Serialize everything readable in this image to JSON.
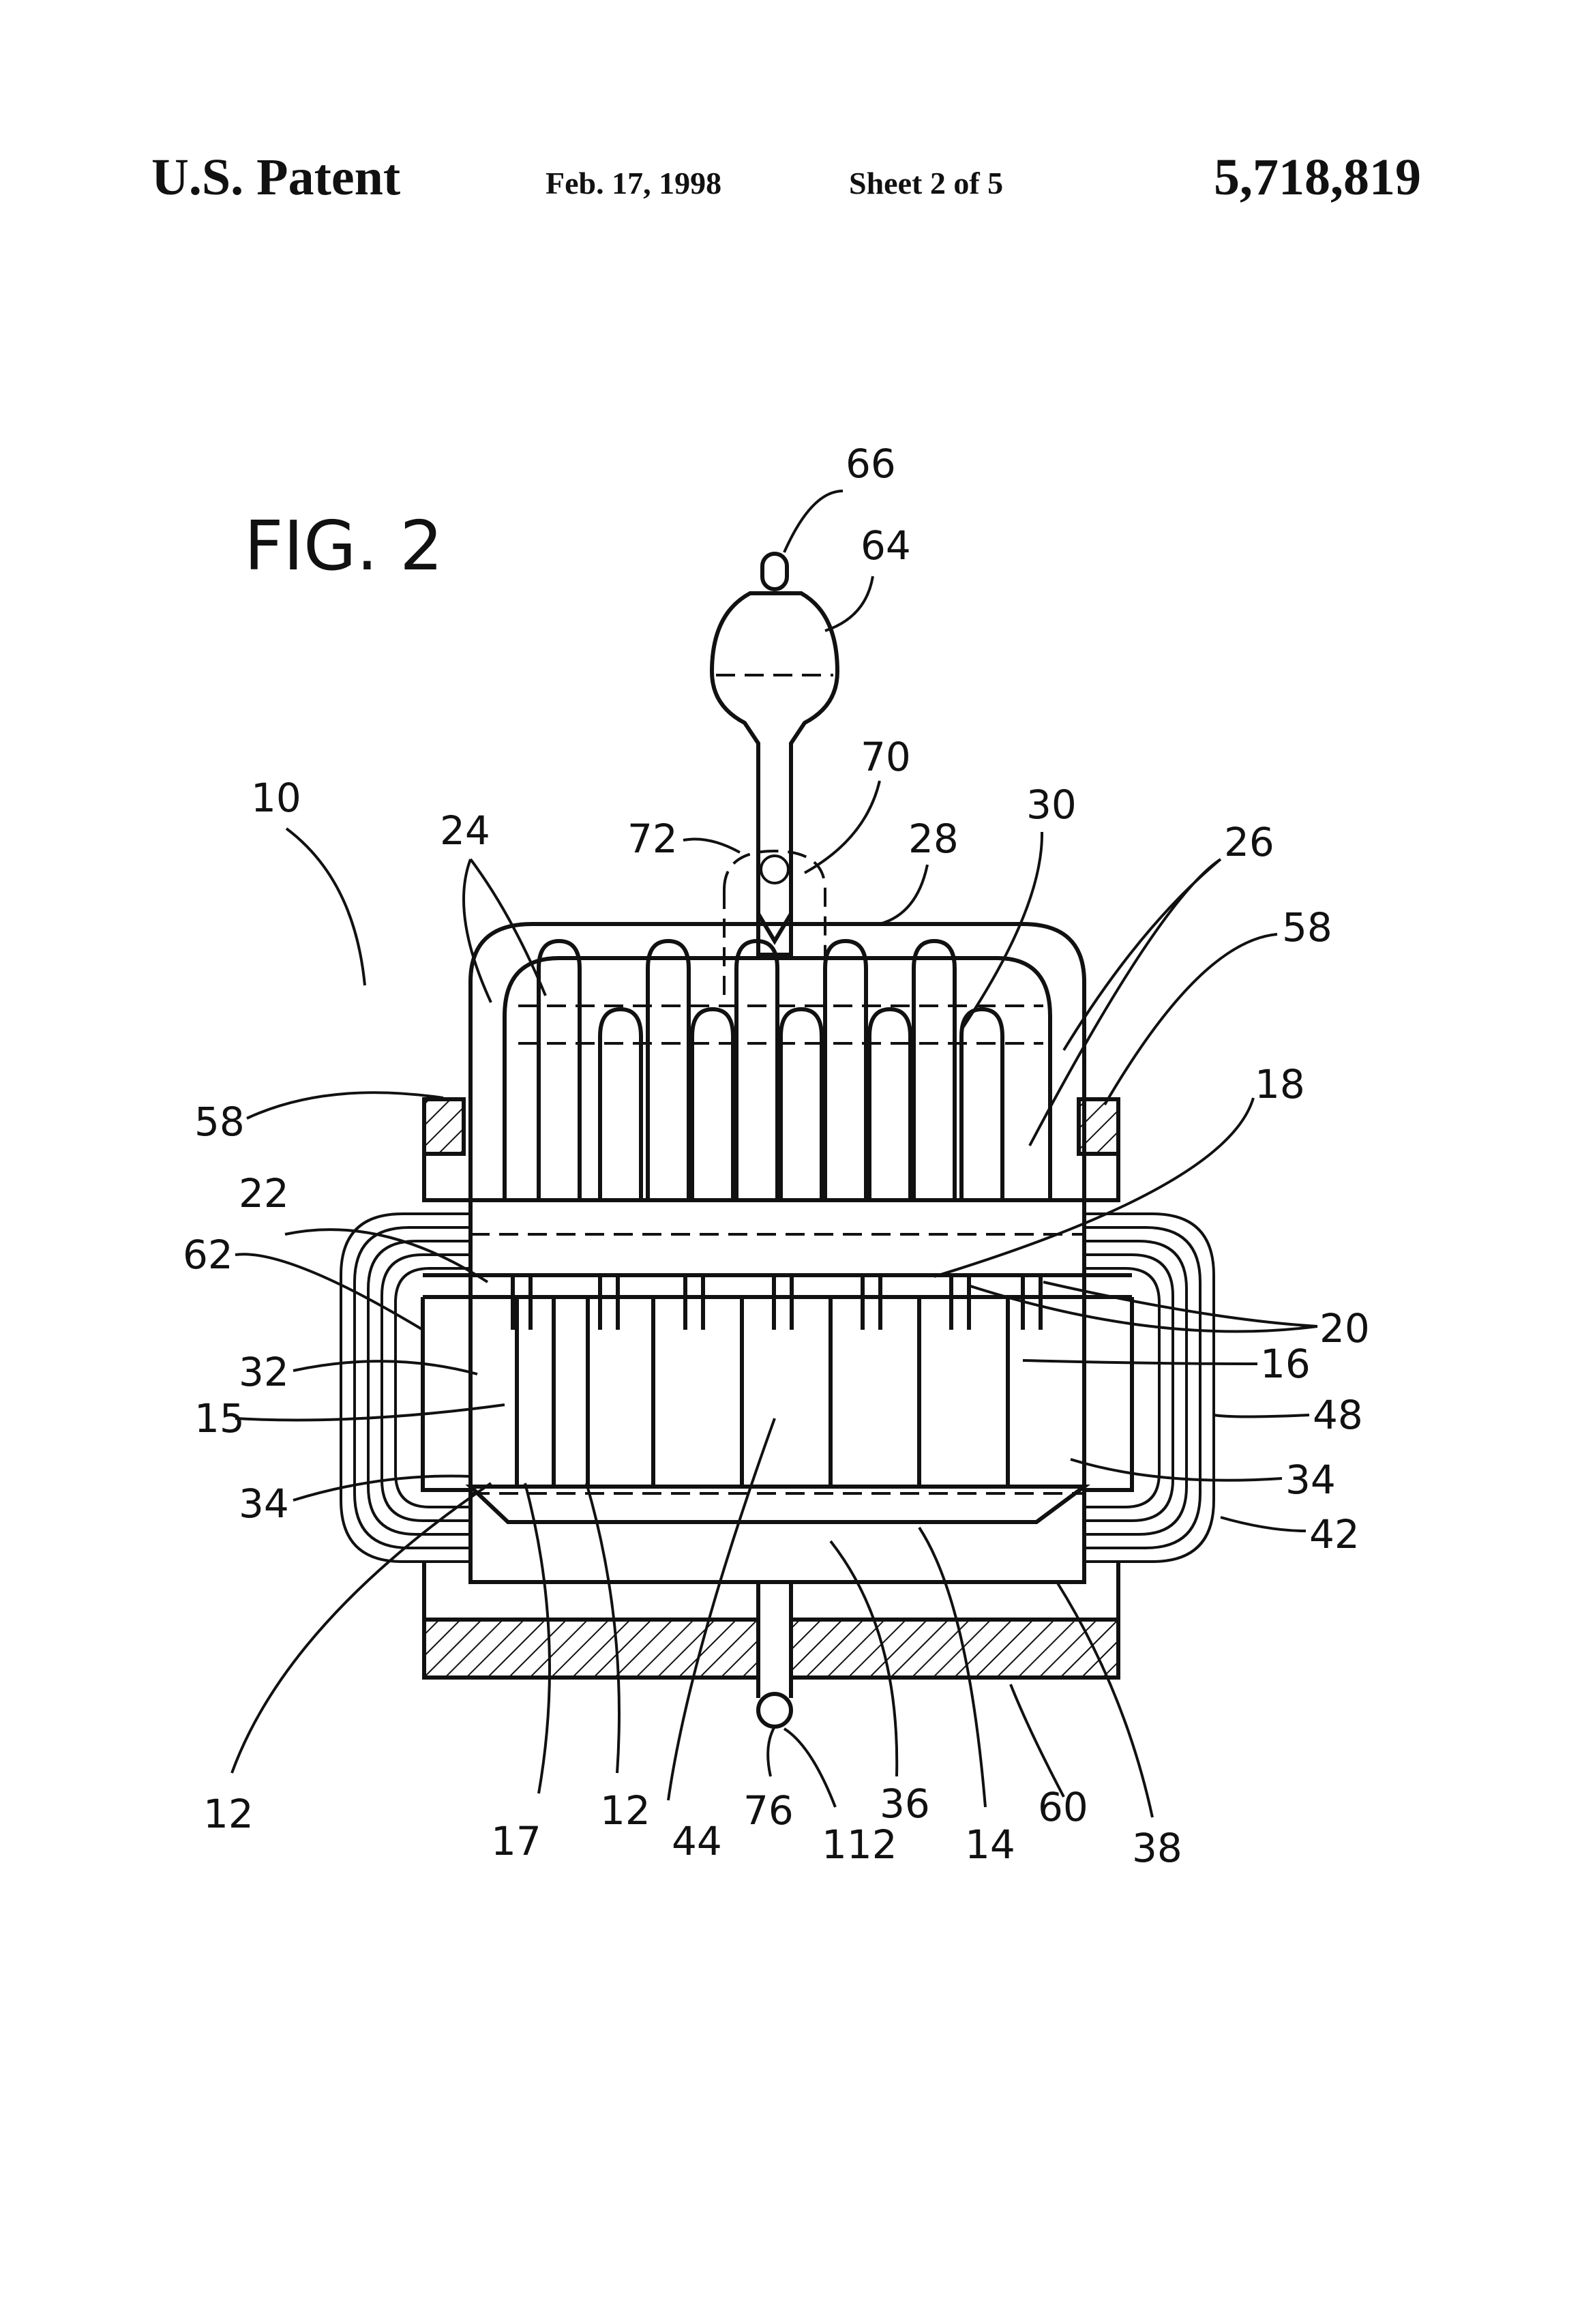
{
  "header": {
    "patent": "U.S. Patent",
    "date": "Feb. 17, 1998",
    "sheet": "Sheet 2 of 5",
    "number": "5,718,819"
  },
  "figure": {
    "title": "FIG. 2",
    "refs": {
      "r66": "66",
      "r64": "64",
      "r70": "70",
      "r72": "72",
      "r10": "10",
      "r24": "24",
      "r28": "28",
      "r30": "30",
      "r26": "26",
      "r58a": "58",
      "r58b": "58",
      "r18": "18",
      "r22": "22",
      "r62": "62",
      "r20": "20",
      "r32": "32",
      "r16": "16",
      "r15": "15",
      "r48": "48",
      "r34a": "34",
      "r34b": "34",
      "r42": "42",
      "r12a": "12",
      "r17": "17",
      "r12b": "12",
      "r44": "44",
      "r76": "76",
      "r112": "112",
      "r36": "36",
      "r14": "14",
      "r60": "60",
      "r38": "38"
    }
  }
}
